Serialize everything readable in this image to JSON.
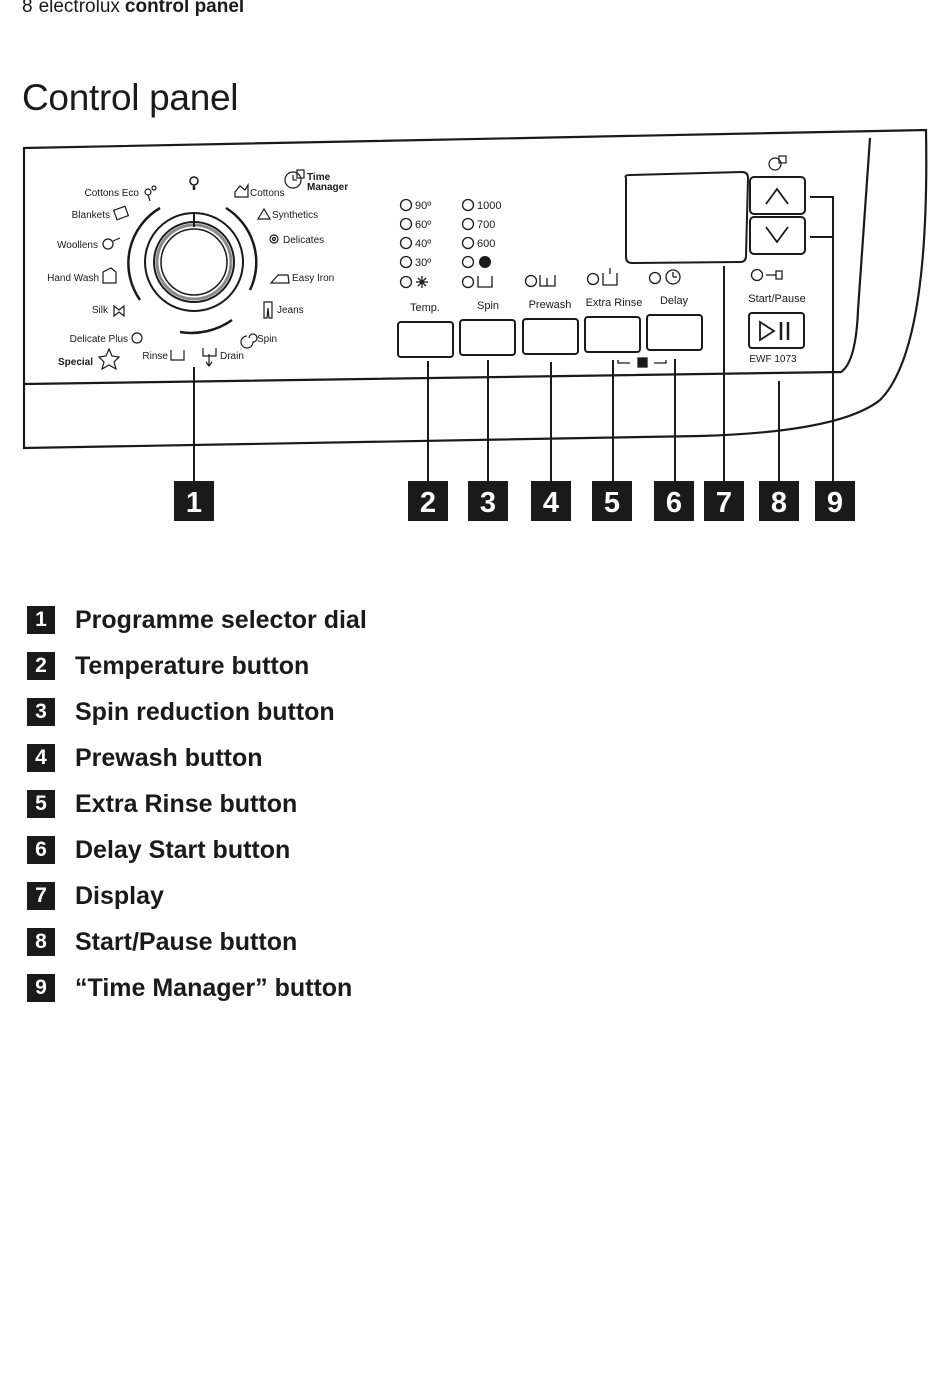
{
  "header": {
    "page_number": "8",
    "brand": "electrolux",
    "section": "control panel"
  },
  "title": "Control panel",
  "dial_programmes": {
    "cottons_eco": "Cottons Eco",
    "blankets": "Blankets",
    "woollens": "Woollens",
    "hand_wash": "Hand Wash",
    "silk": "Silk",
    "delicate_plus": "Delicate Plus",
    "special": "Special",
    "rinse": "Rinse",
    "drain": "Drain",
    "spin": "Spin",
    "jeans": "Jeans",
    "easy_iron": "Easy Iron",
    "delicates": "Delicates",
    "synthetics": "Synthetics",
    "cottons": "Cottons",
    "time_manager_1": "Time",
    "time_manager_2": "Manager"
  },
  "temperatures": [
    "90º",
    "60º",
    "40º",
    "30º"
  ],
  "spin_speeds": [
    "1000",
    "700",
    "600"
  ],
  "buttons": {
    "temp": "Temp.",
    "spin": "Spin",
    "prewash": "Prewash",
    "extra_rinse": "Extra Rinse",
    "delay": "Delay",
    "start_pause": "Start/Pause"
  },
  "model": "EWF 1073",
  "callout_numbers": [
    "1",
    "2",
    "3",
    "4",
    "5",
    "6",
    "7",
    "8",
    "9"
  ],
  "legend": [
    {
      "num": "1",
      "label": "Programme selector dial"
    },
    {
      "num": "2",
      "label": "Temperature button"
    },
    {
      "num": "3",
      "label": "Spin reduction button"
    },
    {
      "num": "4",
      "label": "Prewash button"
    },
    {
      "num": "5",
      "label": "Extra Rinse button"
    },
    {
      "num": "6",
      "label": "Delay Start button"
    },
    {
      "num": "7",
      "label": "Display"
    },
    {
      "num": "8",
      "label": "Start/Pause button"
    },
    {
      "num": "9",
      "label": "“Time Manager” button"
    }
  ]
}
